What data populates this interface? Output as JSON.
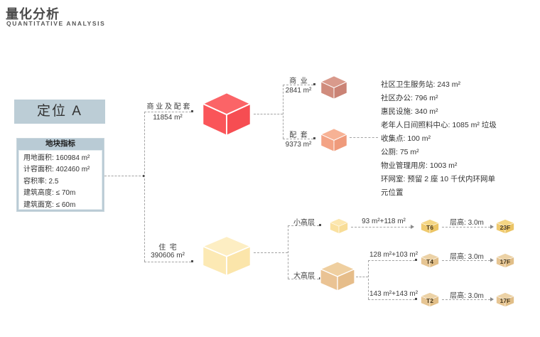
{
  "header": {
    "title": "量化分析",
    "subtitle": "QUANTITATIVE ANALYSIS"
  },
  "positioning": {
    "title": "定位 A"
  },
  "site_metrics": {
    "title": "地块指标",
    "items": [
      "用地面积: 160984 m²",
      "计容面积: 402460 m²",
      "容积率: 2.5",
      "建筑高度: ≤ 70m",
      "建筑面宽: ≤ 60m"
    ]
  },
  "commercial": {
    "label": "商 业 及 配 套",
    "area": "11854 m²",
    "retail": {
      "label": "商  业",
      "area": "2841 m²"
    },
    "support": {
      "label": "配  套",
      "area": "9373 m²"
    },
    "details": [
      "社区卫生服务站: 243 m²",
      "社区办公: 796 m²",
      "惠民设施: 340 m²",
      "老年人日间照料中心: 1085 m² 垃圾",
      "收集点: 100 m²",
      "公厕: 75 m²",
      "物业管理用房: 1003 m²",
      "环网室: 预留 2 座 10 千伏内环网单",
      "元位置"
    ]
  },
  "residential": {
    "label": "住  宅",
    "area": "390606 m²",
    "low_rise_label": "小高层",
    "high_rise_label": "大高层",
    "rows": [
      {
        "unit_mix": "93 m²+118 m²",
        "tower": "T6",
        "floor_height": "层高: 3.0m",
        "floors": "23F"
      },
      {
        "unit_mix": "128 m²+103 m²",
        "tower": "T4",
        "floor_height": "层高: 3.0m",
        "floors": "17F"
      },
      {
        "unit_mix": "143 m²+143 m²",
        "tower": "T2",
        "floor_height": "层高: 3.0m",
        "floors": "17F"
      }
    ]
  },
  "colors": {
    "panel_blue": "#bccdd6",
    "commercial_red": "#fa5559",
    "retail_rose": "#d08c7d",
    "support_salmon": "#f3a385",
    "residential_cream": "#fce9b4",
    "high_rise_tan": "#eac394",
    "marker_gold": "#efca6f",
    "marker_tan": "#e6c593",
    "line_gray": "#a3a3a3",
    "text_dark": "#333333"
  }
}
